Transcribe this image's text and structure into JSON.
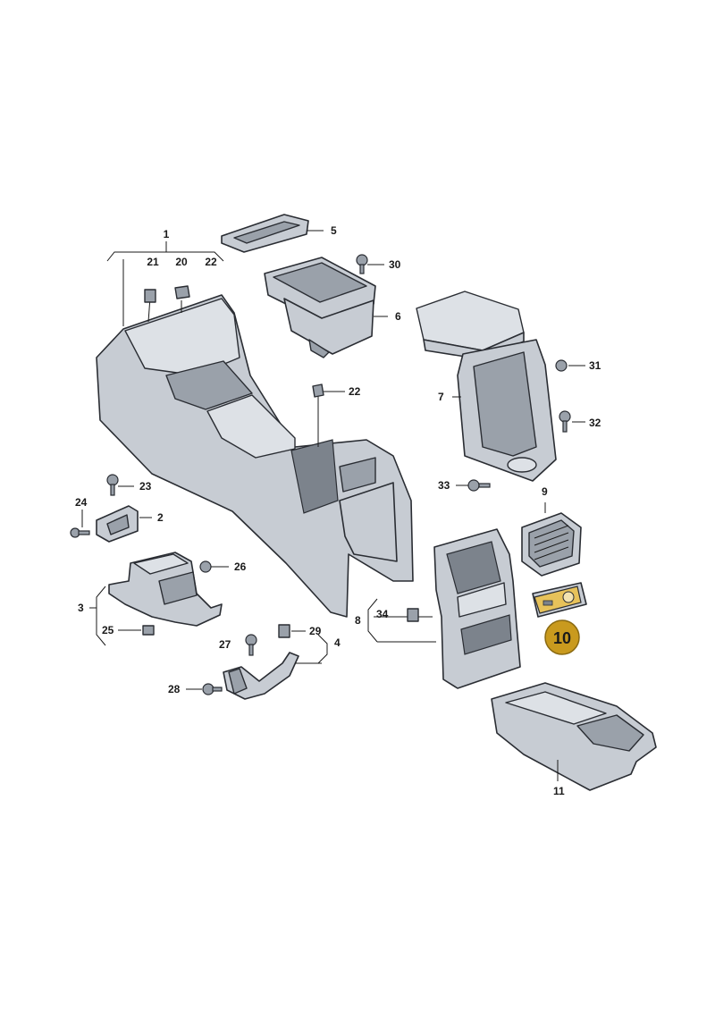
{
  "colors": {
    "part": "#c7ccd3",
    "outline": "#2a2d33",
    "highlight": "#c99a1e"
  },
  "callouts": {
    "c1": "1",
    "c2": "2",
    "c3": "3",
    "c4": "4",
    "c5": "5",
    "c6": "6",
    "c7": "7",
    "c8": "8",
    "c9": "9",
    "c10": "10",
    "c11": "11",
    "c20": "20",
    "c21": "21",
    "c22a": "22",
    "c22b": "22",
    "c23": "23",
    "c24": "24",
    "c25": "25",
    "c26": "26",
    "c27": "27",
    "c28": "28",
    "c29": "29",
    "c30": "30",
    "c31": "31",
    "c32": "32",
    "c33": "33",
    "c34": "34"
  },
  "highlighted_part": "10"
}
